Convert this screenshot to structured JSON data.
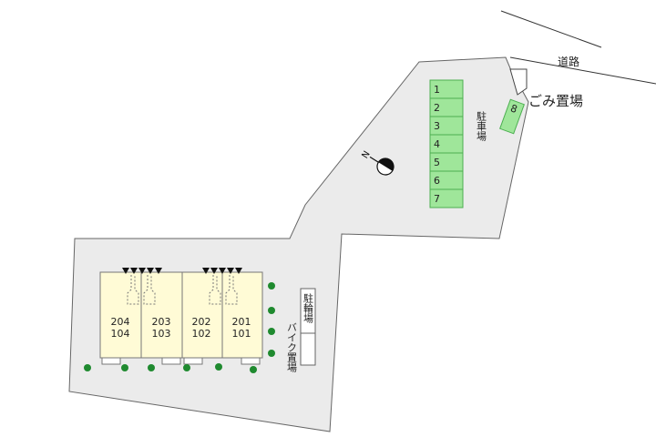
{
  "road": {
    "label": "道路"
  },
  "garbage": {
    "label": "ごみ置場"
  },
  "parking": {
    "label": "駐車場",
    "spaces": [
      "1",
      "2",
      "3",
      "4",
      "5",
      "6",
      "7"
    ],
    "extra_space": "8"
  },
  "bicycle": {
    "label": "駐輪場"
  },
  "motorbike": {
    "label": "バイク置場"
  },
  "units": [
    {
      "upper": "204",
      "lower": "104"
    },
    {
      "upper": "203",
      "lower": "103"
    },
    {
      "upper": "202",
      "lower": "102"
    },
    {
      "upper": "201",
      "lower": "101"
    }
  ],
  "colors": {
    "lot": "#ebebeb",
    "parking": "#9fe69a",
    "parking_border": "#4caf50",
    "building": "#fffbd6",
    "tree": "#1f8a2f"
  },
  "icons": {
    "compass": "north-arrow-icon"
  }
}
